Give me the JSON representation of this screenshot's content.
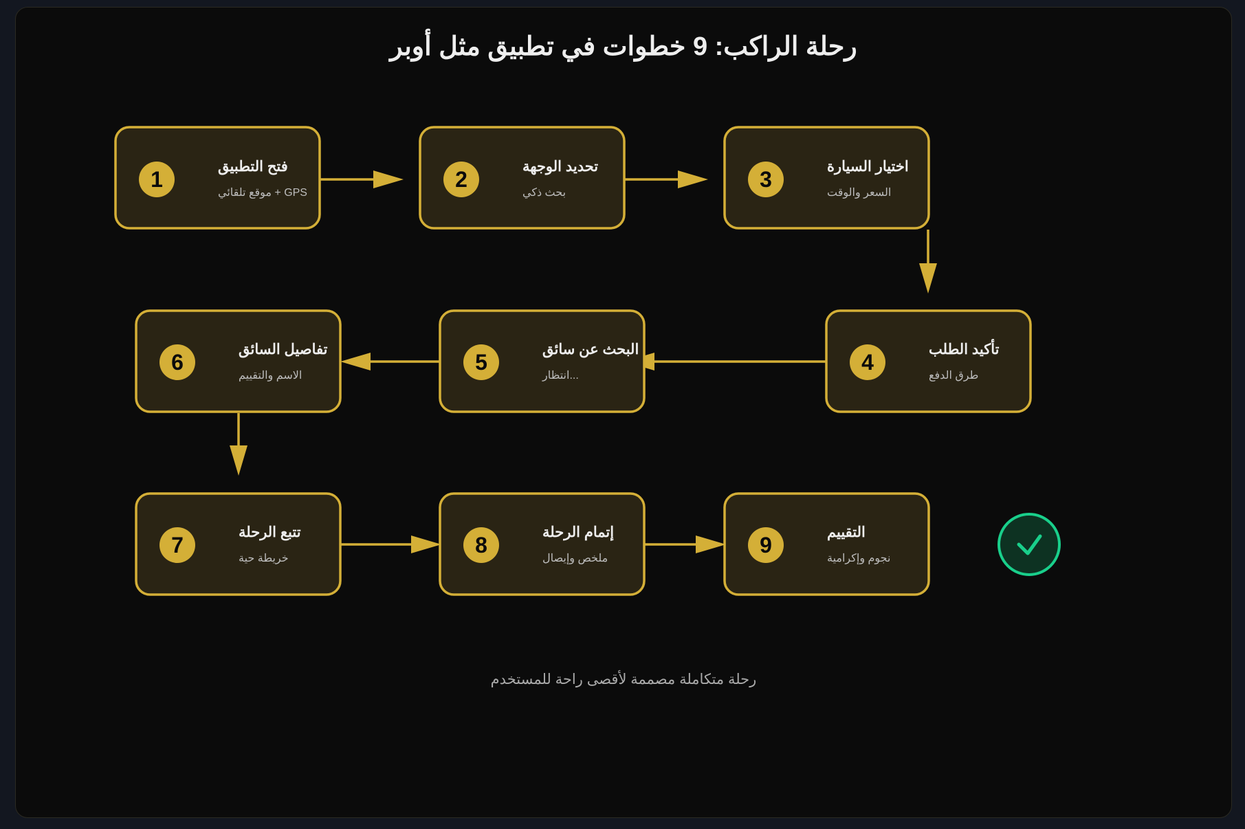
{
  "title": "رحلة الراكب: 9 خطوات في تطبيق مثل أوبر",
  "footer": "رحلة متكاملة مصممة لأقصى راحة للمستخدم",
  "colors": {
    "page_background": "#131720",
    "panel_background": "#0b0b0b",
    "accent_gold": "#d4af37",
    "box_fill": "#2a2414",
    "success_green": "#19cf8b",
    "success_fill": "#0d3222"
  },
  "steps": [
    {
      "number": "1",
      "title": "فتح التطبيق",
      "subtitle": "موقع تلقائي + GPS"
    },
    {
      "number": "2",
      "title": "تحديد الوجهة",
      "subtitle": "بحث ذكي"
    },
    {
      "number": "3",
      "title": "اختيار السيارة",
      "subtitle": "السعر والوقت"
    },
    {
      "number": "4",
      "title": "تأكيد الطلب",
      "subtitle": "طرق الدفع"
    },
    {
      "number": "5",
      "title": "البحث عن سائق",
      "subtitle": "انتظار..."
    },
    {
      "number": "6",
      "title": "تفاصيل السائق",
      "subtitle": "الاسم والتقييم"
    },
    {
      "number": "7",
      "title": "تتبع الرحلة",
      "subtitle": "خريطة حية"
    },
    {
      "number": "8",
      "title": "إتمام الرحلة",
      "subtitle": "ملخص وإيصال"
    },
    {
      "number": "9",
      "title": "التقييم",
      "subtitle": "نجوم وإكرامية"
    }
  ],
  "completion_icon": "check-circle-icon"
}
